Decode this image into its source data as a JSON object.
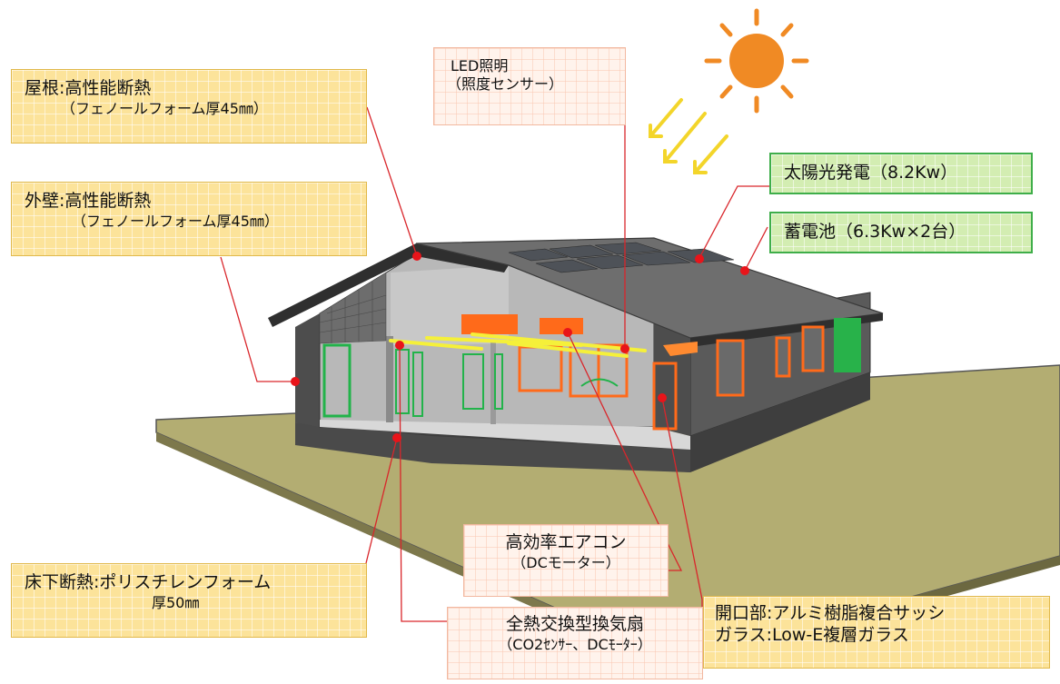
{
  "labels": {
    "roof": {
      "title": "屋根:高性能断熱",
      "sub": "（フェノールフォーム厚45㎜）"
    },
    "wall": {
      "title": "外壁:高性能断熱",
      "sub": "（フェノールフォーム厚45㎜）"
    },
    "led": {
      "title": "LED照明",
      "sub": "（照度センサー）"
    },
    "solar": {
      "title": "太陽光発電（8.2Kw）"
    },
    "battery": {
      "title": "蓄電池（6.3Kw×2台）"
    },
    "aircon": {
      "title": "高効率エアコン",
      "sub": "（DCモーター）"
    },
    "floor": {
      "title": "床下断熱:ポリスチレンフォーム",
      "sub": "厚50㎜"
    },
    "ventilation": {
      "title": "全熱交換型換気扇",
      "sub": "（CO2ｾﾝｻｰ、DCﾓｰﾀｰ）"
    },
    "opening": {
      "title": "開口部:アルミ樹脂複合サッシ",
      "sub": "ガラス:Low-E複層ガラス"
    }
  },
  "colors": {
    "label_yellow": "#fce39a",
    "label_green": "#d3edb2",
    "label_green_border": "#3fae4a",
    "label_pink": "#fff3ec",
    "leader_line": "#d9262b",
    "marker": "#e8141a",
    "sun": "#f08a24",
    "sun_arrows": "#f3d52a",
    "ground": "#b3ad72",
    "wall": "#5a5a5a",
    "roof": "#6e6e6e",
    "interior": "#b8b8b8",
    "window_frame_orange": "#ff6a1a",
    "window_frame_green": "#22b34a",
    "led_bar": "#f5f03a"
  },
  "icons": [
    "sun-icon",
    "sunlight-arrows-icon",
    "house-illustration"
  ]
}
